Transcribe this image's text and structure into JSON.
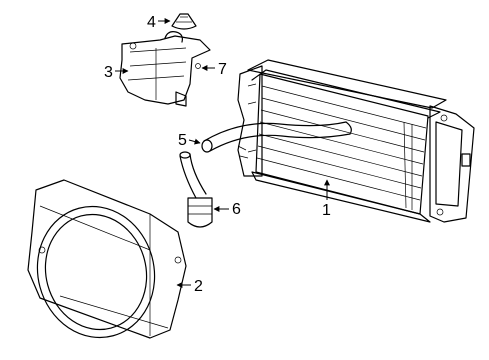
{
  "diagram": {
    "callouts": [
      {
        "id": "coolant-cap",
        "label": "4"
      },
      {
        "id": "reservoir",
        "label": "3"
      },
      {
        "id": "reservoir-bolt",
        "label": "7"
      },
      {
        "id": "upper-hose",
        "label": "5"
      },
      {
        "id": "lower-hose",
        "label": "6"
      },
      {
        "id": "radiator",
        "label": "1"
      },
      {
        "id": "fan-shroud",
        "label": "2"
      }
    ]
  }
}
